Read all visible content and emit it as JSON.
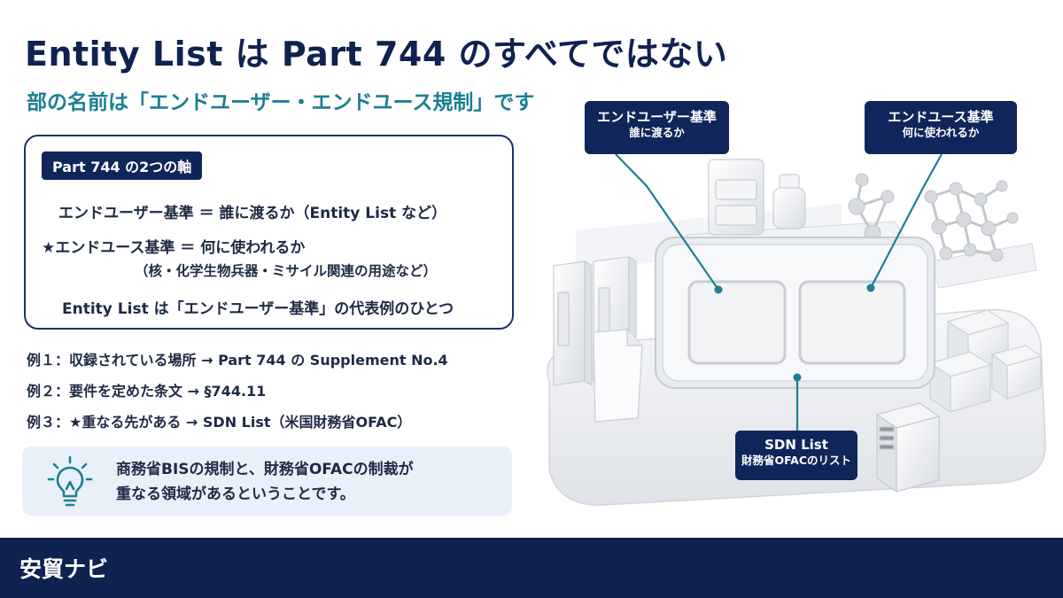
{
  "title": "Entity List は Part 744 のすべてではない",
  "subtitle": "部の名前は「エンドユーザー・エンドユース規制」です",
  "axis_box": {
    "tag": "Part 744 の2つの軸",
    "line1": "エンドユーザー基準 ＝ 誰に渡るか（Entity List など）",
    "line2": "★エンドユース基準 ＝ 何に使われるか",
    "line3": "（核・化学生物兵器・ミサイル関連の用途など）",
    "line4": "Entity List は「エンドユーザー基準」の代表例のひとつ"
  },
  "examples": [
    "例１：収録されている場所 → Part 744 の Supplement No.4",
    "例２：要件を定めた条文 → §744.11",
    "例３：★重なる先がある → SDN List（米国財務省OFAC）"
  ],
  "note": {
    "icon": "lightbulb-icon",
    "line1": "商務省BISの規制と、財務省OFACの制裁が",
    "line2": "重なる領域があるということです。"
  },
  "illustration": {
    "end_user_label": {
      "title": "エンドユーザー基準",
      "sub": "誰に渡るか"
    },
    "end_use_label": {
      "title": "エンドユース基準",
      "sub": "何に使われるか"
    },
    "sdn_label": {
      "title": "SDN List",
      "sub": "財務省OFACのリスト"
    }
  },
  "footer": {
    "brand": "安貿ナビ"
  },
  "colors": {
    "navy": "#0f2250",
    "teal": "#1c7f93",
    "note_bg": "#e9f0fa"
  }
}
